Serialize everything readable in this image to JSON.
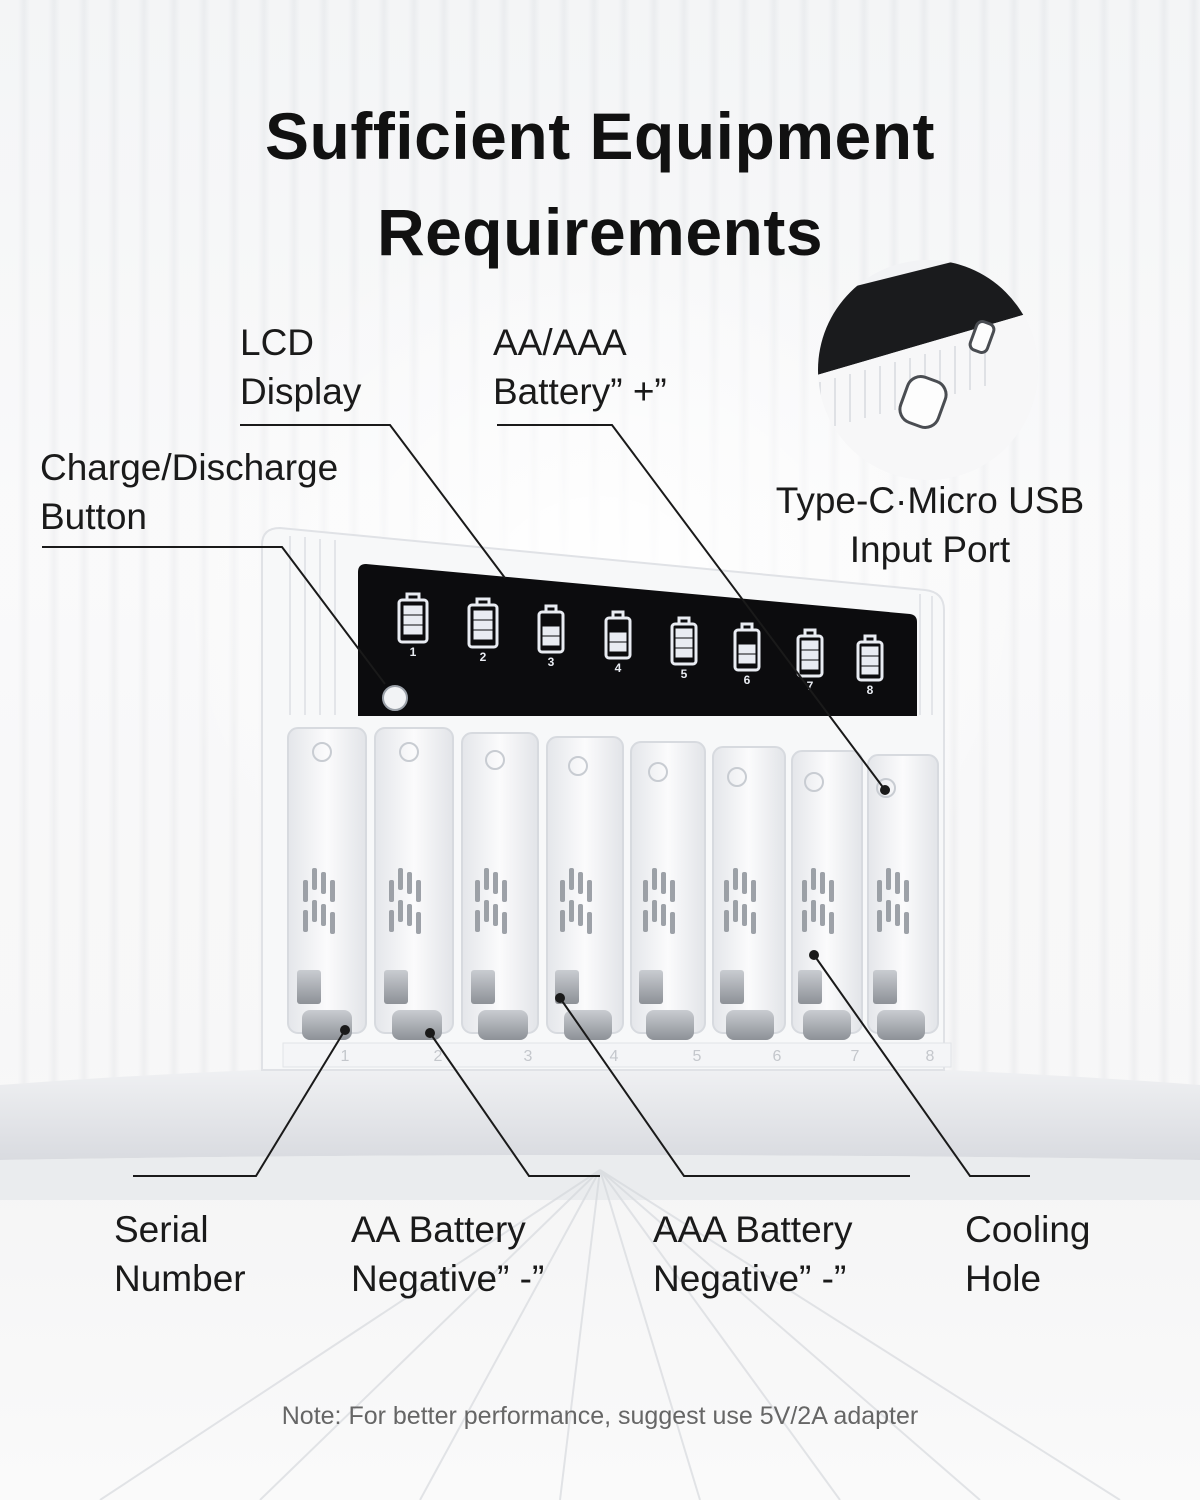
{
  "title": {
    "line1": "Sufficient Equipment",
    "line2": "Requirements"
  },
  "callouts": {
    "lcd": "LCD\nDisplay",
    "battery_positive": "AA/AAA\nBattery” +”",
    "button": "Charge/Discharge\nButton",
    "usb": "Type-C·Micro USB\nInput Port",
    "serial": "Serial\nNumber",
    "aa_negative": "AA Battery\nNegative” -”",
    "aaa_negative": "AAA Battery\nNegative” -”",
    "cooling": "Cooling\nHole"
  },
  "lcd_slot_numbers": [
    "1",
    "2",
    "3",
    "4",
    "5",
    "6",
    "7",
    "8"
  ],
  "base_slot_numbers": [
    "1",
    "2",
    "3",
    "4",
    "5",
    "6",
    "7",
    "8"
  ],
  "note": "Note: For better performance, suggest use 5V/2A adapter",
  "colors": {
    "lcd_bg": "#0c0c0e",
    "body": "#f4f5f6",
    "text": "#1a1a1a"
  }
}
